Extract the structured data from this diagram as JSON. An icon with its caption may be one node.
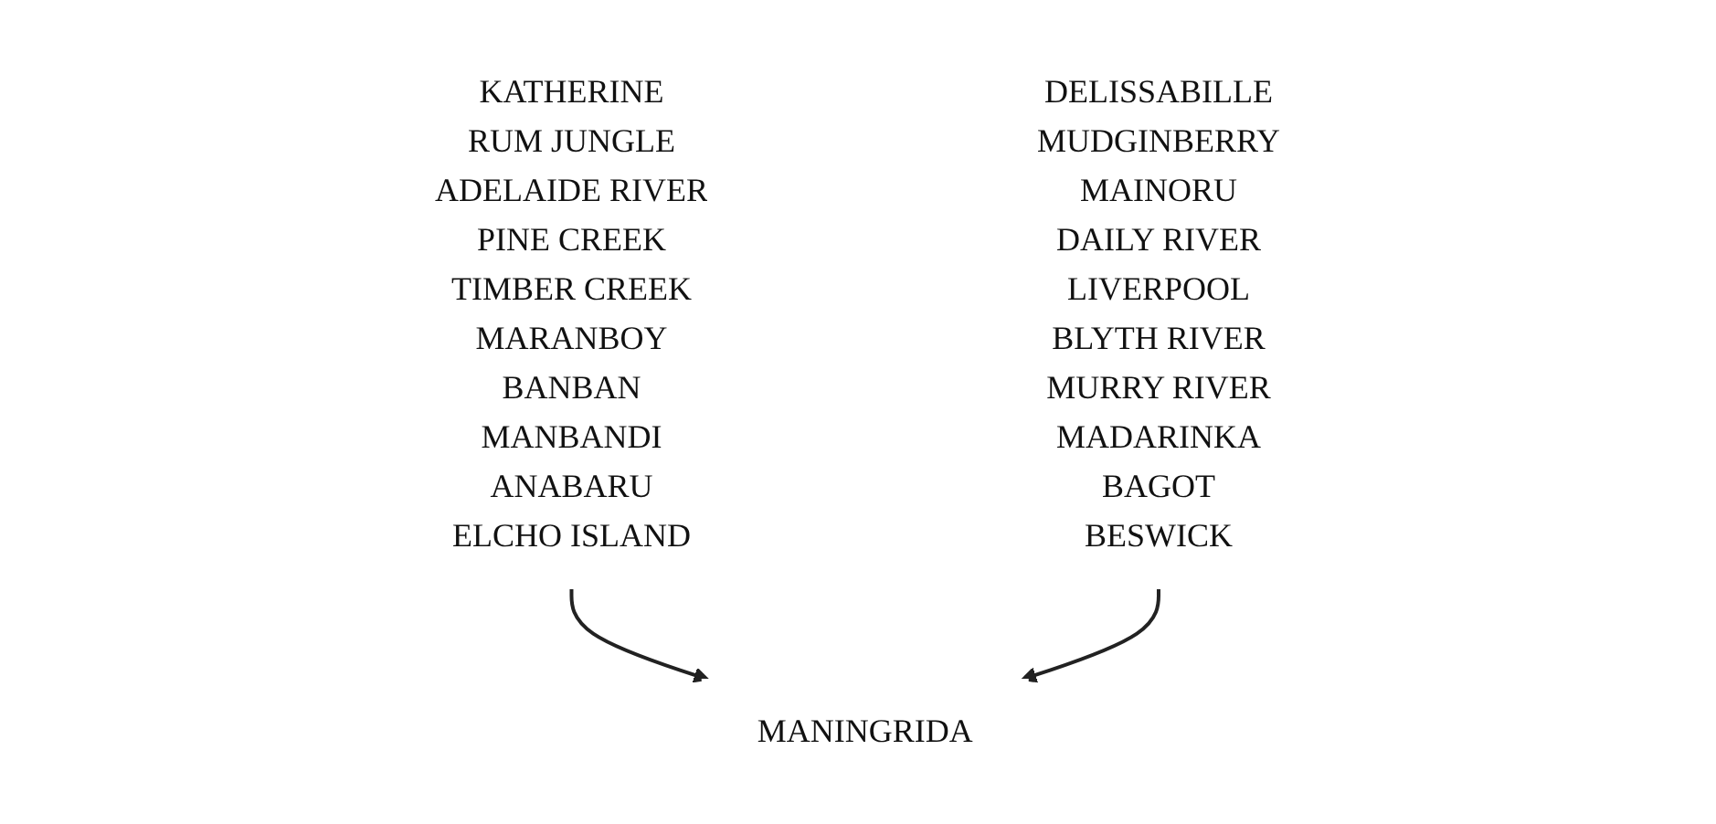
{
  "diagram": {
    "nodes": [
      {
        "text": [
          "KATHERINE",
          "RUM JUNGLE",
          "ADELAIDE RIVER",
          "PINE CREEK",
          "TIMBER CREEK",
          "MARANBOY",
          "BANBAN",
          "MANBANDI",
          "ANABARU",
          "ELCHO ISLAND"
        ]
      },
      {
        "text": [
          "MANINGRIDA"
        ]
      },
      {
        "text": [
          "DELISSABILLE",
          "MUDGINBERRY",
          "MAINORU",
          "DAILY RIVER",
          "LIVERPOOL",
          "BLYTH RIVER",
          "MURRY RIVER",
          "MADARINKA",
          "BAGOT",
          "BESWICK"
        ]
      }
    ],
    "edges": [
      {
        "from": 0,
        "to": 1,
        "arrow": "to"
      },
      {
        "from": 2,
        "to": 1,
        "arrow": "to"
      }
    ]
  }
}
